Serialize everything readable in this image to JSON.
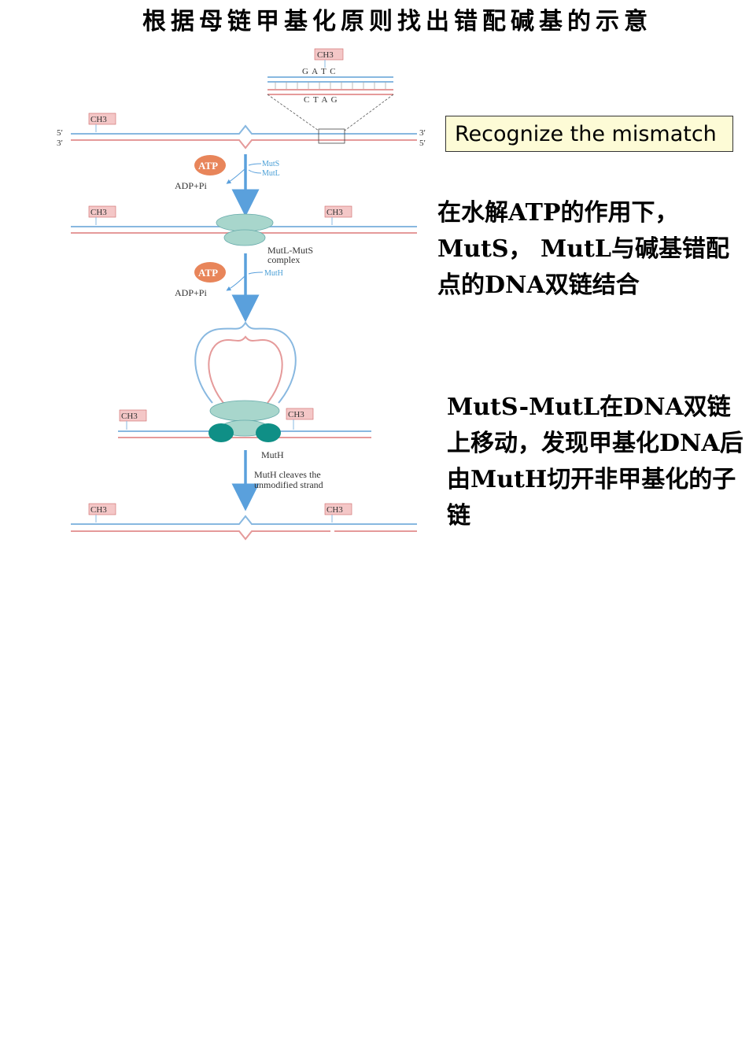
{
  "title": "根据母链甲基化原则找出错配碱基的示意",
  "callout": "Recognize the mismatch",
  "note1": "在水解ATP的作用下，MutS， MutL与碱基错配点的DNA双链结合",
  "note2": "MutS-MutL在DNA双链上移动，发现甲基化DNA后由MutH切开非甲基化的子链",
  "diagram": {
    "ch3": "CH3",
    "top_seq": "G A T C",
    "bottom_seq": "C T A G",
    "end_5": "5′",
    "end_3": "3′",
    "atp": "ATP",
    "adp": "ADP+Pi",
    "muts": "MutS",
    "mutl": "MutL",
    "muth_small": "MutH",
    "complex_line1": "MutL-MutS",
    "complex_line2": "complex",
    "muth": "MutH",
    "cleave_line1": "MutH cleaves the",
    "cleave_line2": "unmodified strand"
  },
  "colors": {
    "blue_strand": "#88b8e0",
    "red_strand": "#e59a9a",
    "arrow": "#5aa0dc",
    "protein": "#a8d6cc",
    "muth_protein": "#0f8f86",
    "atp": "#e8855a",
    "ch3_box": "#f4c7c7",
    "callout_bg": "#fdfbd6"
  }
}
